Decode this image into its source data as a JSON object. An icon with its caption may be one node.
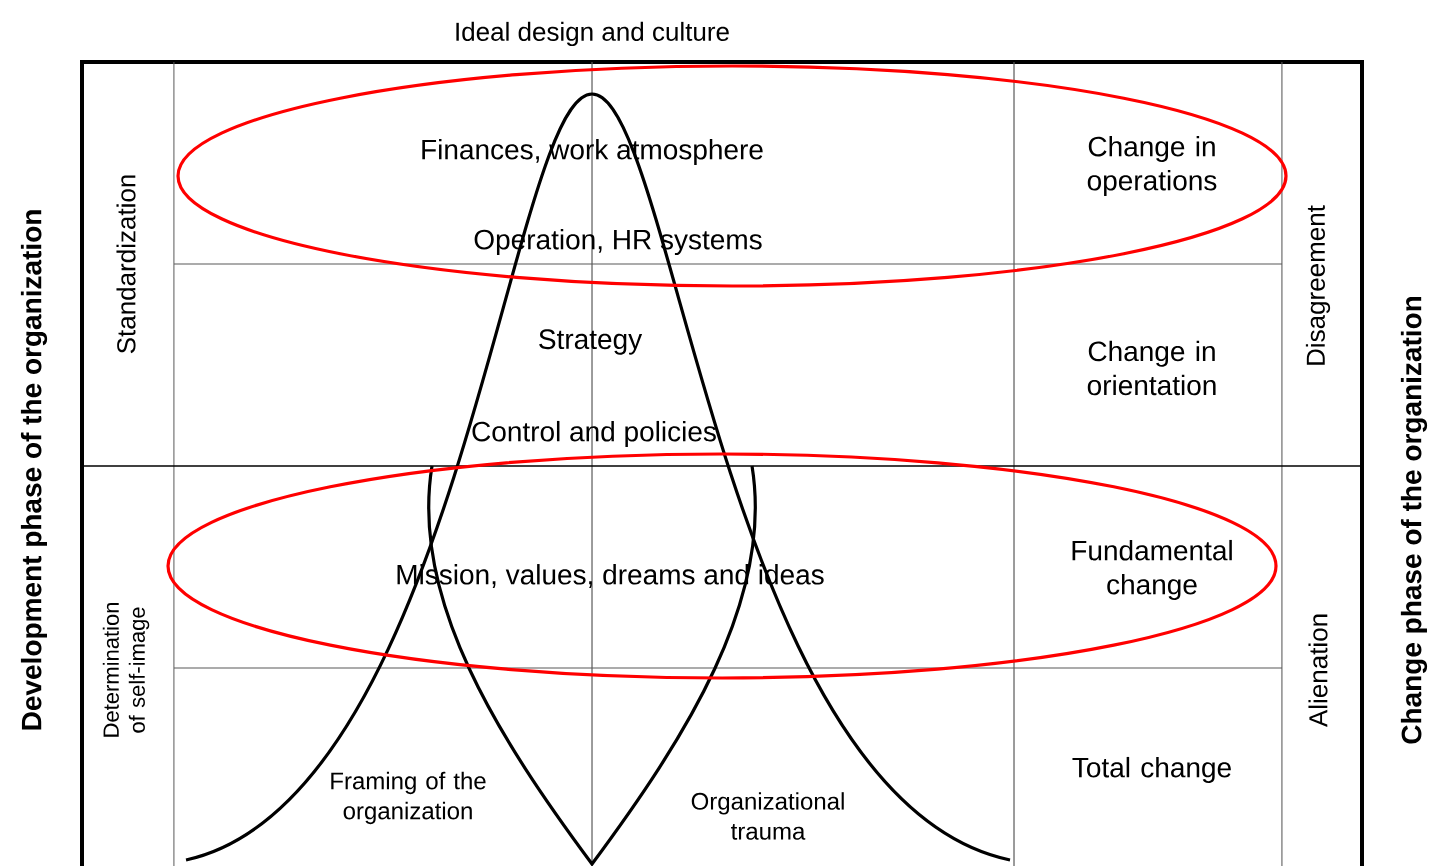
{
  "diagram": {
    "labels": [
      "Ideal design and culture",
      "Development phase of the organization",
      "Standardization",
      "Finances, work atmosphere",
      "Change in operations",
      "Disagreement",
      "Change phase of the organization",
      "Operation, HR systems",
      "Strategy",
      "Change in orientation",
      "Control and policies",
      "Determination of self-image",
      "Mission, values, dreams and ideas",
      "Fundamental change",
      "Alienation",
      "Framing of the organization",
      "Organizational trauma",
      "Total change"
    ]
  }
}
